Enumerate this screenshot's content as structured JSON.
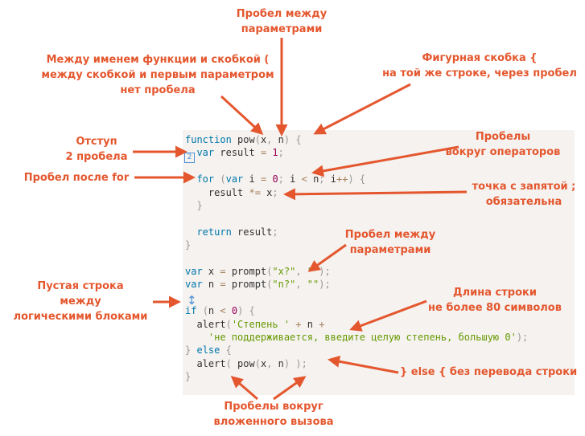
{
  "code": {
    "lines": [
      [
        {
          "t": "function",
          "c": "kw"
        },
        {
          "t": " pow"
        },
        {
          "t": "(",
          "c": "pun"
        },
        {
          "t": "x"
        },
        {
          "t": ",",
          "c": "pun"
        },
        {
          "t": " n"
        },
        {
          "t": ")",
          "c": "pun"
        },
        {
          "t": " "
        },
        {
          "t": "{",
          "c": "pun"
        }
      ],
      [
        {
          "t": "  "
        },
        {
          "t": "var",
          "c": "kw"
        },
        {
          "t": " result "
        },
        {
          "t": "=",
          "c": "op"
        },
        {
          "t": " "
        },
        {
          "t": "1",
          "c": "num"
        },
        {
          "t": ";",
          "c": "pun"
        }
      ],
      [],
      [
        {
          "t": "  "
        },
        {
          "t": "for",
          "c": "kw"
        },
        {
          "t": " "
        },
        {
          "t": "(",
          "c": "pun"
        },
        {
          "t": "var",
          "c": "kw"
        },
        {
          "t": " i "
        },
        {
          "t": "=",
          "c": "op"
        },
        {
          "t": " "
        },
        {
          "t": "0",
          "c": "num"
        },
        {
          "t": ";",
          "c": "pun"
        },
        {
          "t": " i "
        },
        {
          "t": "<",
          "c": "op"
        },
        {
          "t": " n"
        },
        {
          "t": ";",
          "c": "pun"
        },
        {
          "t": " i"
        },
        {
          "t": "++",
          "c": "op"
        },
        {
          "t": ")",
          "c": "pun"
        },
        {
          "t": " "
        },
        {
          "t": "{",
          "c": "pun"
        }
      ],
      [
        {
          "t": "    result "
        },
        {
          "t": "*=",
          "c": "op"
        },
        {
          "t": " x"
        },
        {
          "t": ";",
          "c": "pun"
        }
      ],
      [
        {
          "t": "  "
        },
        {
          "t": "}",
          "c": "pun"
        }
      ],
      [],
      [
        {
          "t": "  "
        },
        {
          "t": "return",
          "c": "kw"
        },
        {
          "t": " result"
        },
        {
          "t": ";",
          "c": "pun"
        }
      ],
      [
        {
          "t": "}",
          "c": "pun"
        }
      ],
      [],
      [
        {
          "t": "var",
          "c": "kw"
        },
        {
          "t": " x "
        },
        {
          "t": "=",
          "c": "op"
        },
        {
          "t": " prompt"
        },
        {
          "t": "(",
          "c": "pun"
        },
        {
          "t": "\"x?\"",
          "c": "str"
        },
        {
          "t": ",",
          "c": "pun"
        },
        {
          "t": " "
        },
        {
          "t": "\"\"",
          "c": "str"
        },
        {
          "t": ");",
          "c": "pun"
        }
      ],
      [
        {
          "t": "var",
          "c": "kw"
        },
        {
          "t": " n "
        },
        {
          "t": "=",
          "c": "op"
        },
        {
          "t": " prompt"
        },
        {
          "t": "(",
          "c": "pun"
        },
        {
          "t": "\"n?\"",
          "c": "str"
        },
        {
          "t": ",",
          "c": "pun"
        },
        {
          "t": " "
        },
        {
          "t": "\"\"",
          "c": "str"
        },
        {
          "t": ");",
          "c": "pun"
        }
      ],
      [],
      [
        {
          "t": "if",
          "c": "kw"
        },
        {
          "t": " "
        },
        {
          "t": "(",
          "c": "pun"
        },
        {
          "t": "n "
        },
        {
          "t": "<",
          "c": "op"
        },
        {
          "t": " "
        },
        {
          "t": "0",
          "c": "num"
        },
        {
          "t": ")",
          "c": "pun"
        },
        {
          "t": " "
        },
        {
          "t": "{",
          "c": "pun"
        }
      ],
      [
        {
          "t": "  alert"
        },
        {
          "t": "(",
          "c": "pun"
        },
        {
          "t": "'Степень '",
          "c": "str"
        },
        {
          "t": " "
        },
        {
          "t": "+",
          "c": "op"
        },
        {
          "t": " n "
        },
        {
          "t": "+",
          "c": "op"
        }
      ],
      [
        {
          "t": "    "
        },
        {
          "t": "'не поддерживается, введите целую степень, большую 0'",
          "c": "str"
        },
        {
          "t": ");",
          "c": "pun"
        }
      ],
      [
        {
          "t": "}",
          "c": "pun"
        },
        {
          "t": " "
        },
        {
          "t": "else",
          "c": "kw"
        },
        {
          "t": " "
        },
        {
          "t": "{",
          "c": "pun"
        }
      ],
      [
        {
          "t": "  alert"
        },
        {
          "t": "(",
          "c": "pun"
        },
        {
          "t": " pow"
        },
        {
          "t": "(",
          "c": "pun"
        },
        {
          "t": "x"
        },
        {
          "t": ",",
          "c": "pun"
        },
        {
          "t": " n"
        },
        {
          "t": ")",
          "c": "pun"
        },
        {
          "t": " "
        },
        {
          "t": ")",
          "c": "pun"
        },
        {
          "t": ";",
          "c": "pun"
        }
      ],
      [
        {
          "t": "}",
          "c": "pun"
        }
      ]
    ]
  },
  "annotations": {
    "space_between_params_top": "Пробел между\nпараметрами",
    "no_space_after_name": "Между именем функции и скобкой (\nмежду скобкой и первым параметром\nнет пробела",
    "curly_brace_same_line": "Фигурная скобка {\nна той же строке, через пробел",
    "indent": "Отступ\n2 пробела",
    "space_around_operators": "Пробелы\nвокруг операторов",
    "space_after_for": "Пробел после for",
    "semicolon_required": "точка с запятой ;\nобязательна",
    "space_between_params_mid": "Пробел между\nпараметрами",
    "empty_line_between_blocks": "Пустая строка\nмежду\nлогическими блоками",
    "line_length": "Длина строки\nне более 80 символов",
    "else_no_newline": "} else { без перевода строки",
    "spaces_around_nested_call": "Пробелы вокруг\nвложенного вызова"
  },
  "colors": {
    "annotation": "#e4572e",
    "keyword": "#0077aa",
    "number": "#990055",
    "string": "#669900",
    "operator": "#a67f59",
    "punctuation": "#999999",
    "code_bg": "#f5f2f0",
    "marker": "#4a90d9"
  },
  "icons": {
    "indent_marker": "indent-marker-icon",
    "empty_line_marker": "updown-arrow-icon"
  }
}
